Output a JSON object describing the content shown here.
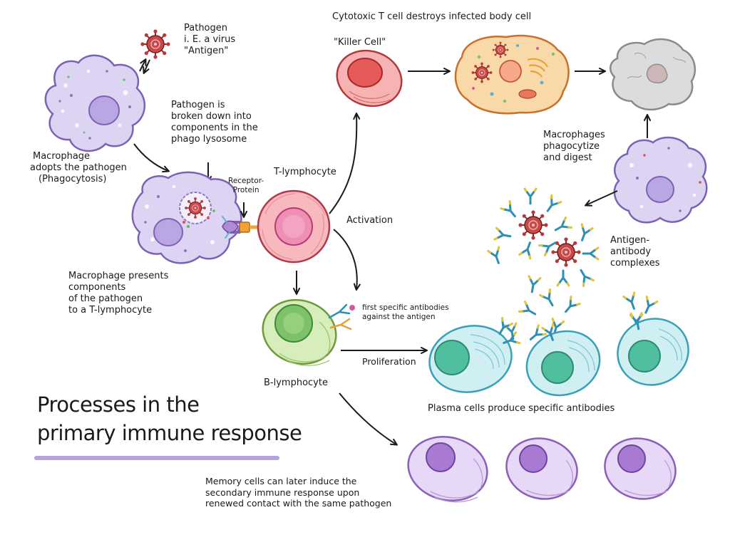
{
  "title": {
    "line1": "Processes in the",
    "line2": "primary immune response"
  },
  "labels": {
    "pathogen": [
      "Pathogen",
      "i. E. a virus",
      "\"Antigen\""
    ],
    "macrophage_adopts": [
      "Macrophage",
      "adopts the pathogen",
      "(Phagocytosis)"
    ],
    "pathogen_broken": [
      "Pathogen is",
      "broken down into",
      "components in the",
      "phago lysosome"
    ],
    "receptor": [
      "Receptor-",
      "Protein"
    ],
    "t_lymphocyte": "T-lymphocyte",
    "macrophage_presents": [
      "Macrophage presents",
      "components",
      "of the pathogen",
      "to a T-lymphocyte"
    ],
    "cytotoxic": "Cytotoxic T cell destroys infected body cell",
    "killer_cell": "\"Killer Cell\"",
    "activation": "Activation",
    "macrophages_phagocytize": [
      "Macrophages",
      "phagocytize",
      "and digest"
    ],
    "antigen_antibody": [
      "Antigen-",
      "antibody",
      "complexes"
    ],
    "first_antibodies": [
      "first specific antibodies",
      "against the antigen"
    ],
    "b_lymphocyte": "B-lymphocyte",
    "proliferation": "Proliferation",
    "plasma_cells": "Plasma cells produce specific antibodies",
    "memory_cells": [
      "Memory cells can later induce the",
      "secondary immune response upon",
      "renewed contact with the same pathogen"
    ]
  },
  "colors": {
    "macrophage": "#ddd3f2",
    "macrophage_outline": "#7b63b3",
    "t_cell": "#f7b9bd",
    "t_cell_nucleus": "#f08fb4",
    "b_cell": "#d8edbc",
    "b_cell_nucleus": "#7dc26a",
    "plasma_cell": "#cfeff3",
    "plasma_nucleus": "#4fbf9f",
    "memory_cell": "#e6d8f6",
    "memory_nucleus": "#a97ad1",
    "virus": "#b53a3a",
    "infected_cell": "#f9d9a8",
    "dead_cell": "#dcdcdc",
    "antibody": "#3aa6c9",
    "title_underline": "#b6a3dc"
  }
}
